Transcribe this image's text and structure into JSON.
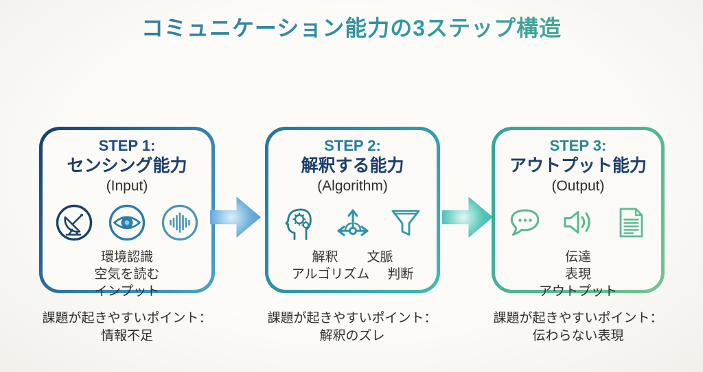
{
  "title": "コミュニケーション能力の3ステップ構造",
  "title_gradient": [
    "#34709d",
    "#2f95a4",
    "#52b78b"
  ],
  "steps": [
    {
      "step_label": "STEP 1:",
      "name": "センシング能力",
      "subtitle": "(Input)",
      "accent": "#1c4d85",
      "border_gradient": [
        "#173f6e",
        "#4aa3cd"
      ],
      "icons": [
        "satellite-dish-icon",
        "eye-icon",
        "audio-wave-icon"
      ],
      "icon_colors": [
        "#17406b",
        "#2d7cab",
        "#4b94b4"
      ],
      "keywords": [
        "環境認識",
        "空気を読む",
        "インプット"
      ],
      "issue_label": "課題が起きやすいポイント：",
      "issue": "情報不足"
    },
    {
      "step_label": "STEP 2:",
      "name": "解釈する能力",
      "subtitle": "(Algorithm)",
      "accent": "#1f7fa0",
      "border_gradient": [
        "#22769c",
        "#3fbcae"
      ],
      "icons": [
        "head-gears-icon",
        "branch-arrows-icon",
        "funnel-icon"
      ],
      "icon_colors": [
        "#277f95",
        "#2b93a8",
        "#2f99a8"
      ],
      "keyword_rows": [
        [
          "解釈",
          "文脈"
        ],
        [
          "アルゴリズム",
          "判断"
        ]
      ],
      "issue_label": "課題が起きやすいポイント：",
      "issue": "解釈のズレ"
    },
    {
      "step_label": "STEP 3:",
      "name": "アウトプット能力",
      "subtitle": "(Output)",
      "accent": "#26898f",
      "border_gradient": [
        "#33a29e",
        "#74c68f"
      ],
      "icons": [
        "speech-bubble-icon",
        "speaker-icon",
        "document-icon"
      ],
      "icon_colors": [
        "#57b98c",
        "#57b98c",
        "#5cba90"
      ],
      "keywords": [
        "伝達",
        "表現",
        "アウトプット"
      ],
      "issue_label": "課題が起きやすいポイント：",
      "issue": "伝わらない表現"
    }
  ],
  "arrows": [
    {
      "name": "arrow-step1-to-step2",
      "color": "#4d95c9"
    },
    {
      "name": "arrow-step2-to-step3",
      "color": "#3db3ab"
    }
  ]
}
